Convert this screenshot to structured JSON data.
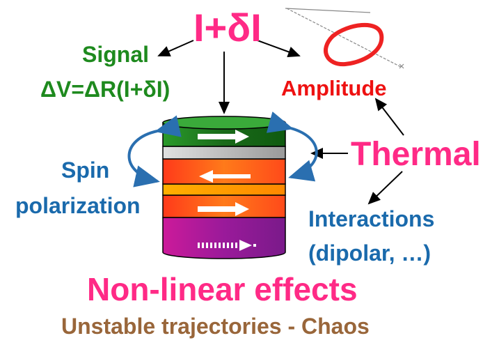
{
  "current": {
    "label": "I+δI"
  },
  "signal": {
    "title": "Signal",
    "equation": "ΔV=ΔR(I+δI)"
  },
  "amplitude": {
    "label": "Amplitude"
  },
  "thermal": {
    "label": "Thermal"
  },
  "spin_polarization": {
    "line1": "Spin",
    "line2": "polarization"
  },
  "interactions": {
    "line1": "Interactions",
    "line2": "(dipolar, …)"
  },
  "nonlinear": {
    "label": "Non-linear effects"
  },
  "chaos": {
    "label": "Unstable trajectories - Chaos"
  },
  "colors": {
    "pink": "#ff2a86",
    "green": "#1e8a1e",
    "red": "#ee1111",
    "blue": "#1a6aac",
    "brown": "#99663a",
    "layer_top": "#1f7a1f",
    "layer_spacer": "#c0c0c0",
    "layer_free": "#ff6a1a",
    "layer_orange": "#ff9a00",
    "layer_purple": "#a01a9a"
  }
}
